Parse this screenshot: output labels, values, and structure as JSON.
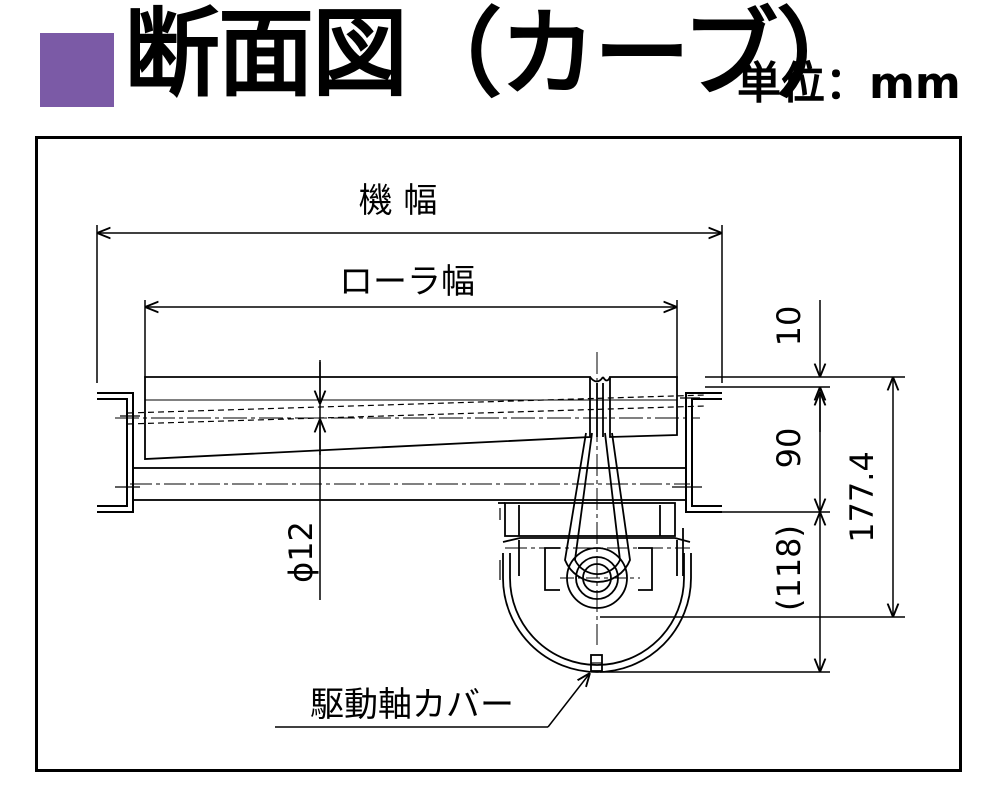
{
  "header": {
    "accent_color": "#7b5aa6",
    "title": "断面図（カーブ）",
    "unit": "単位：mm"
  },
  "labels": {
    "frame_width": "機 幅",
    "roller_width": "ローラ幅",
    "dim_10": "10",
    "dim_90": "90",
    "dim_118": "(118)",
    "dim_177_4": "177.4",
    "diameter": "ϕ12",
    "drive_cover": "駆動軸カバー"
  }
}
